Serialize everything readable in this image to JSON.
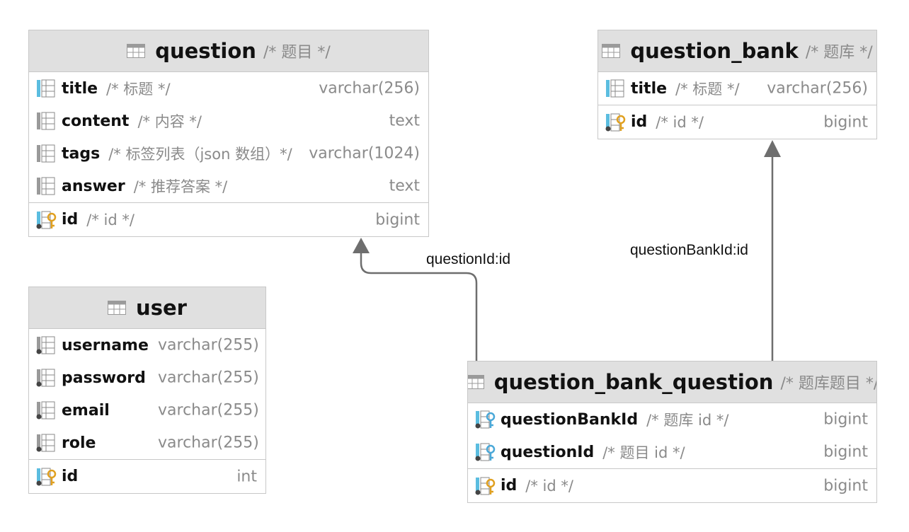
{
  "tables": {
    "question": {
      "name": "question",
      "comment": "/* 题目 */",
      "columns": [
        {
          "name": "title",
          "comment": "/* 标题 */",
          "type": "varchar(256)"
        },
        {
          "name": "content",
          "comment": "/* 内容 */",
          "type": "text"
        },
        {
          "name": "tags",
          "comment": "/* 标签列表（json 数组）*/",
          "type": "varchar(1024)"
        },
        {
          "name": "answer",
          "comment": "/* 推荐答案 */",
          "type": "text"
        }
      ],
      "pk": {
        "name": "id",
        "comment": "/* id */",
        "type": "bigint"
      }
    },
    "question_bank": {
      "name": "question_bank",
      "comment": "/* 题库 */",
      "columns": [
        {
          "name": "title",
          "comment": "/* 标题 */",
          "type": "varchar(256)"
        }
      ],
      "pk": {
        "name": "id",
        "comment": "/* id */",
        "type": "bigint"
      }
    },
    "user": {
      "name": "user",
      "columns": [
        {
          "name": "username",
          "type": "varchar(255)"
        },
        {
          "name": "password",
          "type": "varchar(255)"
        },
        {
          "name": "email",
          "type": "varchar(255)"
        },
        {
          "name": "role",
          "type": "varchar(255)"
        }
      ],
      "pk": {
        "name": "id",
        "type": "int"
      }
    },
    "question_bank_question": {
      "name": "question_bank_question",
      "comment": "/* 题库题目 */",
      "columns": [
        {
          "name": "questionBankId",
          "comment": "/* 题库 id */",
          "type": "bigint"
        },
        {
          "name": "questionId",
          "comment": "/* 题目 id */",
          "type": "bigint"
        }
      ],
      "pk": {
        "name": "id",
        "comment": "/* id */",
        "type": "bigint"
      }
    }
  },
  "relations": [
    {
      "label": "questionId:id",
      "from": "question_bank_question",
      "to": "question"
    },
    {
      "label": "questionBankId:id",
      "from": "question_bank_question",
      "to": "question_bank"
    }
  ],
  "colors": {
    "header_bg": "#e0e0e0",
    "border": "#c8c8c8",
    "comment_gray": "#8a8a8a",
    "edge_gray": "#6e6e6e",
    "column_icon_blue": "#5bbde0",
    "fk_key_blue": "#4aa8d8",
    "pk_key_gold": "#e0a020"
  },
  "icons": {
    "table": "table-grid-icon",
    "column": "column-icon",
    "column_fk": "foreign-key-column-icon",
    "column_pk": "primary-key-column-icon"
  }
}
